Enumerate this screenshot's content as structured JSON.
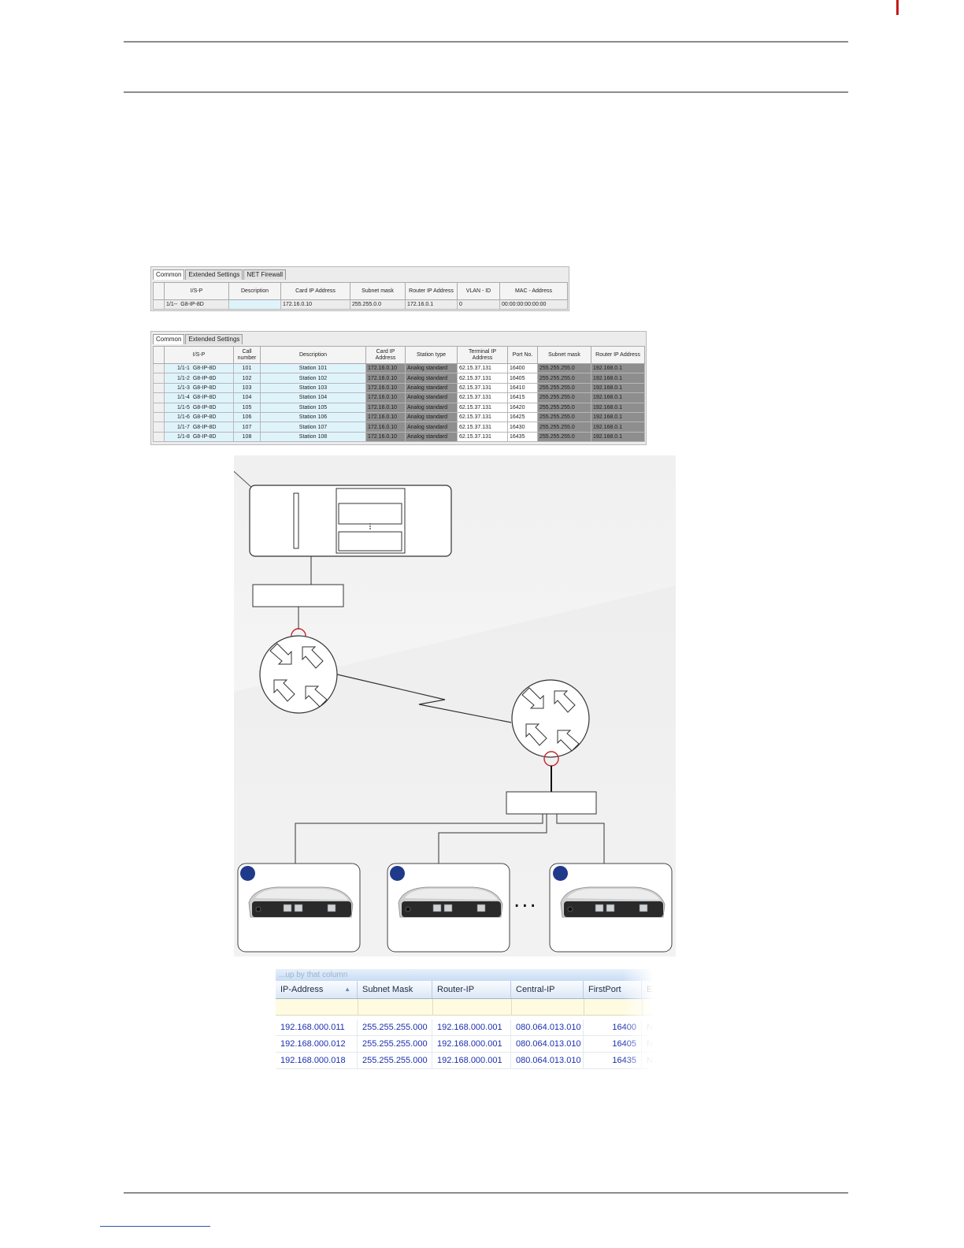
{
  "screenshot1": {
    "tabs": [
      "Common",
      "Extended Settings",
      "NET Firewall"
    ],
    "headers": [
      "I/S-P",
      "Description",
      "Card IP Address",
      "Subnet mask",
      "Router IP Address",
      "VLAN - ID",
      "MAC - Address"
    ],
    "row": [
      "1/1--",
      "G8-IP-8D",
      "",
      "172.16.0.10",
      "255.255.0.0",
      "172.16.0.1",
      "0",
      "00:00:00:00:00:00"
    ]
  },
  "screenshot2": {
    "tabs": [
      "Common",
      "Extended Settings"
    ],
    "headers": [
      "I/S-P",
      "Call number",
      "Description",
      "Card IP Address",
      "Station type",
      "Terminal IP Address",
      "Port No.",
      "Subnet mask",
      "Router IP Address"
    ],
    "rows": [
      [
        "1/1-1",
        "G8-IP-8D",
        "101",
        "Station 101",
        "172.16.0.10",
        "Analog standard",
        "62.15.37.131",
        "16400",
        "255.255.255.0",
        "192.168.0.1"
      ],
      [
        "1/1-2",
        "G8-IP-8D",
        "102",
        "Station 102",
        "172.16.0.10",
        "Analog standard",
        "62.15.37.131",
        "16405",
        "255.255.255.0",
        "192.168.0.1"
      ],
      [
        "1/1-3",
        "G8-IP-8D",
        "103",
        "Station 103",
        "172.16.0.10",
        "Analog standard",
        "62.15.37.131",
        "16410",
        "255.255.255.0",
        "192.168.0.1"
      ],
      [
        "1/1-4",
        "G8-IP-8D",
        "104",
        "Station 104",
        "172.16.0.10",
        "Analog standard",
        "62.15.37.131",
        "16415",
        "255.255.255.0",
        "192.168.0.1"
      ],
      [
        "1/1-5",
        "G8-IP-8D",
        "105",
        "Station 105",
        "172.16.0.10",
        "Analog standard",
        "62.15.37.131",
        "16420",
        "255.255.255.0",
        "192.168.0.1"
      ],
      [
        "1/1-6",
        "G8-IP-8D",
        "106",
        "Station 106",
        "172.16.0.10",
        "Analog standard",
        "62.15.37.131",
        "16425",
        "255.255.255.0",
        "192.168.0.1"
      ],
      [
        "1/1-7",
        "G8-IP-8D",
        "107",
        "Station 107",
        "172.16.0.10",
        "Analog standard",
        "62.15.37.131",
        "16430",
        "255.255.255.0",
        "192.168.0.1"
      ],
      [
        "1/1-8",
        "G8-IP-8D",
        "108",
        "Station 108",
        "172.16.0.10",
        "Analog standard",
        "62.15.37.131",
        "16435",
        "255.255.255.0",
        "192.168.0.1"
      ]
    ]
  },
  "diagram": {
    "ellipsis": "..."
  },
  "grid": {
    "group_hint": "...up by that column",
    "headers": [
      "IP-Address",
      "Subnet Mask",
      "Router-IP",
      "Central-IP",
      "FirstPort",
      "E"
    ],
    "sort_indicator": "▲",
    "rows": [
      [
        "192.168.000.011",
        "255.255.255.000",
        "192.168.000.001",
        "080.064.013.010",
        "16400",
        "N"
      ],
      [
        "192.168.000.012",
        "255.255.255.000",
        "192.168.000.001",
        "080.064.013.010",
        "16405",
        "N"
      ],
      [
        "192.168.000.018",
        "255.255.255.000",
        "192.168.000.001",
        "080.064.013.010",
        "16435",
        "N"
      ]
    ]
  }
}
